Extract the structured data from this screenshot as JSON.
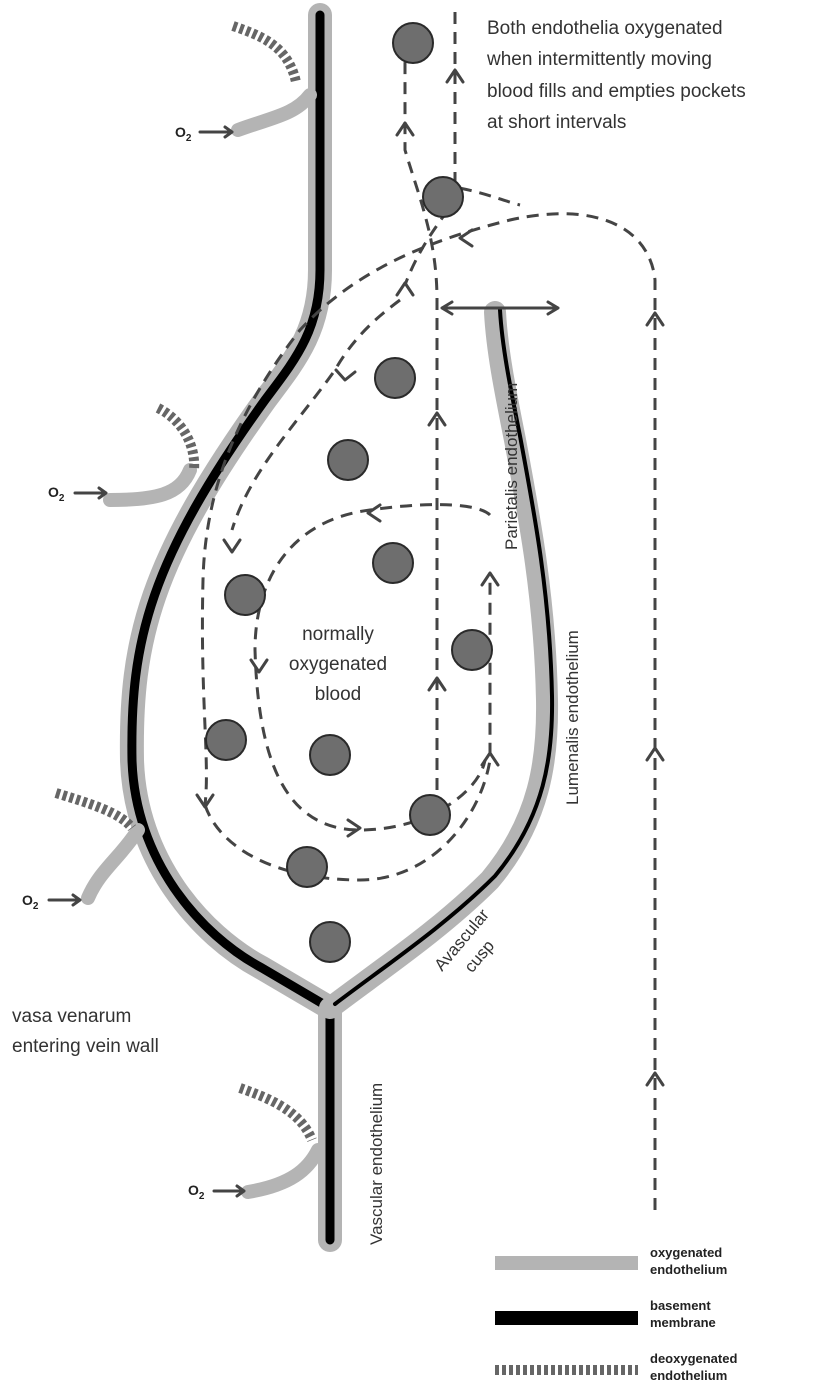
{
  "colors": {
    "oxygenated_endothelium": "#b4b4b4",
    "basement_membrane": "#000000",
    "deoxygenated_endothelium": "#666666",
    "blood_cell": "#6e6e6e"
  },
  "annotations": {
    "intro_lines": [
      "Both endothelia oxygenated",
      "when intermittently moving",
      "blood fills and empties pockets",
      "at short intervals"
    ],
    "center_lines": [
      "normally",
      "oxygenated",
      "blood"
    ],
    "parietalis": "Parietalis endothelium",
    "lumenalis": "Lumenalis endothelium",
    "avascular_lines": [
      "Avascular",
      "cusp"
    ],
    "vasa_lines": [
      "vasa venarum",
      "entering vein wall"
    ],
    "vascular": "Vascular endothelium",
    "o2_prefix": "O",
    "o2_sub": "2"
  },
  "legend": {
    "items": [
      {
        "lines": [
          "oxygenated",
          "endothelium"
        ],
        "icon": "oxygenated-swatch"
      },
      {
        "lines": [
          "basement",
          "membrane"
        ],
        "icon": "basement-swatch"
      },
      {
        "lines": [
          "deoxygenated",
          "endothelium"
        ],
        "icon": "deoxygenated-swatch"
      }
    ]
  }
}
